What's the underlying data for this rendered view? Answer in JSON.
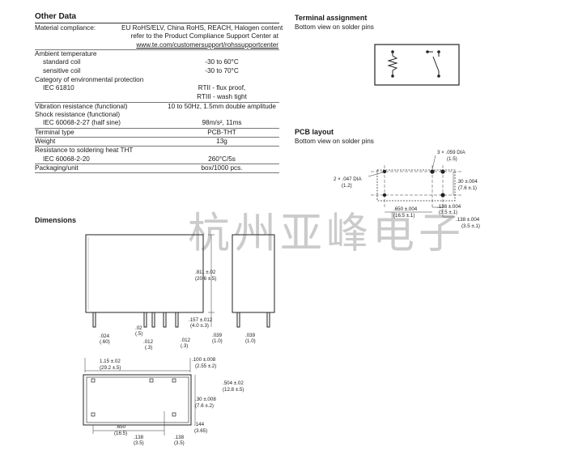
{
  "other_data": {
    "title": "Other Data",
    "compliance_label": "Material compliance:",
    "compliance_text_1": "EU RoHS/ELV, China RoHS, REACH, Halogen content",
    "compliance_text_2": "refer to the Product Compliance Support Center at",
    "compliance_url": "www.te.com/customersupport/rohssupportcenter",
    "rows": [
      {
        "label": "Ambient temperature",
        "value": ""
      },
      {
        "label": "standard coil",
        "value": "-30 to 60°C"
      },
      {
        "label": "sensitive coil",
        "value": "-30 to 70°C"
      },
      {
        "label": "Category of environmental protection",
        "value": ""
      },
      {
        "label": "IEC 61810",
        "value": "RTII - flux proof,"
      },
      {
        "label": "",
        "value": "RTIII - wash tight"
      },
      {
        "label": "Vibration resistance (functional)",
        "value": "10 to 50Hz, 1.5mm double amplitude"
      },
      {
        "label": "Shock resistance (functional)",
        "value": ""
      },
      {
        "label": "IEC 60068-2-27  (half sine)",
        "value": "98m/s², 11ms"
      },
      {
        "label": "Terminal type",
        "value": "PCB-THT"
      },
      {
        "label": "Weight",
        "value": "13g"
      },
      {
        "label": "Resistance to soldering heat  THT",
        "value": ""
      },
      {
        "label": "IEC 60068-2-20",
        "value": "260°C/5s"
      },
      {
        "label": "Packaging/unit",
        "value": "box/1000 pcs."
      }
    ]
  },
  "terminal_assignment": {
    "title": "Terminal assignment",
    "subtitle": "Bottom view on solder pins"
  },
  "pcb_layout": {
    "title": "PCB layout",
    "subtitle": "Bottom view on solder pins",
    "dims": {
      "d1a": "3 × .059 DIA",
      "d1b": "(1.5)",
      "d2a": "2 × .047 DIA",
      "d2b": "(1.2)",
      "d3a": ".30 ±.004",
      "d3b": "(7.6 ±.1)",
      "d4a": ".650 ±.004",
      "d4b": "(16.5 ±.1)",
      "d5a": ".138 ±.004",
      "d5b": "(3.5 ±.1)",
      "d6a": ".138 ±.004",
      "d6b": "(3.5 ±.1)"
    }
  },
  "dimensions": {
    "title": "Dimensions",
    "side": {
      "h1": ".811 ±.02",
      "h2": "(20.6 ±.5)",
      "p1": ".024",
      "p2": "(.60)",
      "w1": ".02",
      "w2": "(.5)",
      "t1": ".012",
      "t2": "(.3)",
      "t3": ".012",
      "t4": "(.3)",
      "pl1": ".157 ±.012",
      "pl2": "(4.0 ±.3)",
      "c1": ".039",
      "c2": "(1.0)",
      "c3": ".039",
      "c4": "(1.0)"
    },
    "bottom": {
      "len1": "1.15 ±.02",
      "len2": "(29.2 ±.5)",
      "e1": ".100 ±.008",
      "e2": "(2.55 ±.2)",
      "wd1": ".504 ±.02",
      "wd2": "(12.8 ±.5)",
      "s1": ".30 ±.008",
      "s2": "(7.6 ±.2)",
      "a1": ".650",
      "a2": "(16.5)",
      "b1": ".138",
      "b2": "(3.5)",
      "b3": ".138",
      "b4": "(3.5)",
      "f1": ".144",
      "f2": "(3.65)"
    }
  },
  "watermark": "杭州亚峰电子"
}
